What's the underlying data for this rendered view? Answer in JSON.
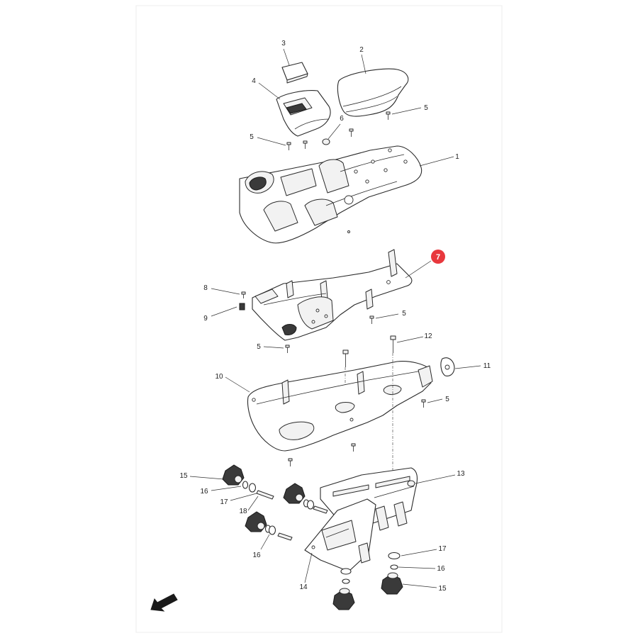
{
  "diagram": {
    "highlighted_callout": "7",
    "highlight_color": "#e8383d",
    "labels": [
      "1",
      "2",
      "3",
      "4",
      "5",
      "6",
      "8",
      "9",
      "10",
      "11",
      "12",
      "13",
      "14",
      "15",
      "16",
      "17",
      "18"
    ]
  },
  "icons": {
    "direction_arrow": "arrow-down-left-icon"
  }
}
